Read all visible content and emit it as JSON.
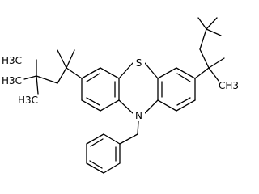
{
  "diagram": {
    "type": "chemical-structure",
    "atom_labels": {
      "sulfur": "S",
      "nitrogen": "N",
      "methyl_left_1": "H3C",
      "methyl_left_2": "H3C",
      "methyl_left_3": "H3C",
      "methyl_right_1": "CH3"
    }
  },
  "colors": {
    "line": "#000000",
    "background": "#ffffff"
  }
}
